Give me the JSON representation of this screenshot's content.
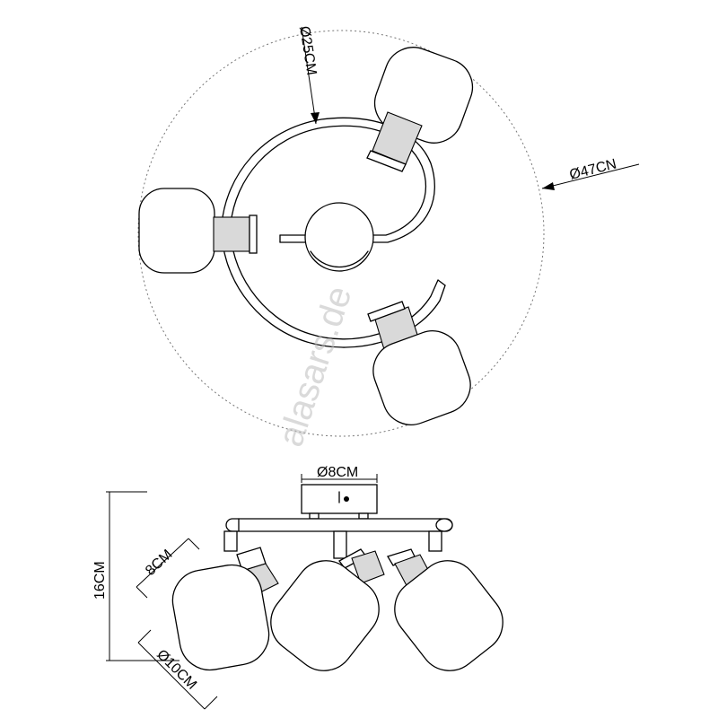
{
  "dimensions": {
    "inner_diameter": "Ø25CM",
    "outer_diameter": "Ø47CN",
    "canopy_diameter": "Ø8CM",
    "height": "16CM",
    "spot_length": "8CM",
    "shade_diameter": "Ø10CM"
  },
  "watermark": "alasars.de",
  "colors": {
    "line": "#000000",
    "shade_fill": "#d9d9d9",
    "dotted": "#777777",
    "watermark": "#bdbdbd"
  }
}
